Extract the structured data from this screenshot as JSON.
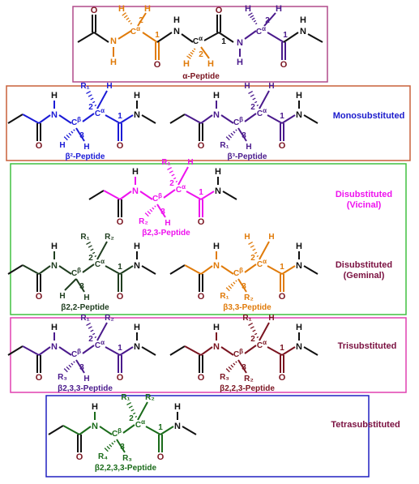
{
  "colors": {
    "black": "#111111",
    "orange": "#e07b0a",
    "navy": "#1b1bd6",
    "purple": "#4a1a8c",
    "magenta": "#ee12ee",
    "darkgreen": "#1f3d1f",
    "maroon": "#7a1420",
    "green": "#1a6b1a",
    "box_alpha": "#b04a8a",
    "box_mono": "#c8603a",
    "box_di": "#40c040",
    "box_tri": "#e040b0",
    "box_tetra": "#2020c0",
    "blue_label": "#1a1acc",
    "magenta_label": "#ee12ee",
    "maroon_label": "#7a1040"
  },
  "labels": {
    "alpha": "α-Peptide",
    "beta2": "β²-Peptide",
    "beta3": "β³-Peptide",
    "beta23": "β2,3-Peptide",
    "beta22": "β2,2-Peptide",
    "beta33": "β3,3-Peptide",
    "beta233": "β2,3,3-Peptide",
    "beta223": "β2,2,3-Peptide",
    "beta2233": "β2,2,3,3-Peptide"
  },
  "categories": {
    "mono": "Monosubstituted",
    "di_vicinal_1": "Disubstituted",
    "di_vicinal_2": "(Vicinal)",
    "di_geminal_1": "Disubstituted",
    "di_geminal_2": "(Geminal)",
    "tri": "Trisubstituted",
    "tetra": "Tetrasubstituted"
  },
  "atoms": {
    "H": "H",
    "N": "N",
    "O": "O",
    "R1": "R₁",
    "R2": "R₂",
    "R3": "R₃",
    "R4": "R₄",
    "C": "C",
    "alpha": "α",
    "beta": "β",
    "n1": "1",
    "n2": "2",
    "n3": "3"
  }
}
